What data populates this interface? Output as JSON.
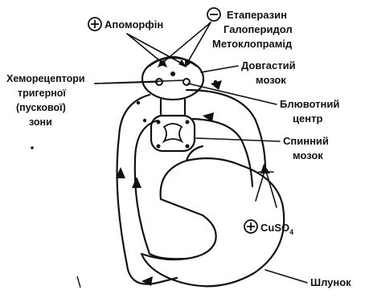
{
  "labels": {
    "apomorphine": "Апоморфін",
    "plus_sign": "+",
    "minus_sign": "−",
    "etaperazine": "Етаперазин",
    "haloperidol": "Галоперидол",
    "metoclopramide": "Метоклопрамід",
    "chemoreceptor_line1": "Хеморецептори",
    "chemoreceptor_line2": "тригерної",
    "chemoreceptor_line3": "(пускової)",
    "chemoreceptor_line4": "зони",
    "medulla_line1": "Довгастий",
    "medulla_line2": "мозок",
    "vomiting_line1": "Блювотний",
    "vomiting_line2": "центр",
    "spinal_line1": "Спинний",
    "spinal_line2": "мозок",
    "cuso4_base": "CuSO",
    "cuso4_sub": "4",
    "stomach": "Шлунок"
  },
  "colors": {
    "ink": "#111111",
    "background": "#ffffff"
  }
}
